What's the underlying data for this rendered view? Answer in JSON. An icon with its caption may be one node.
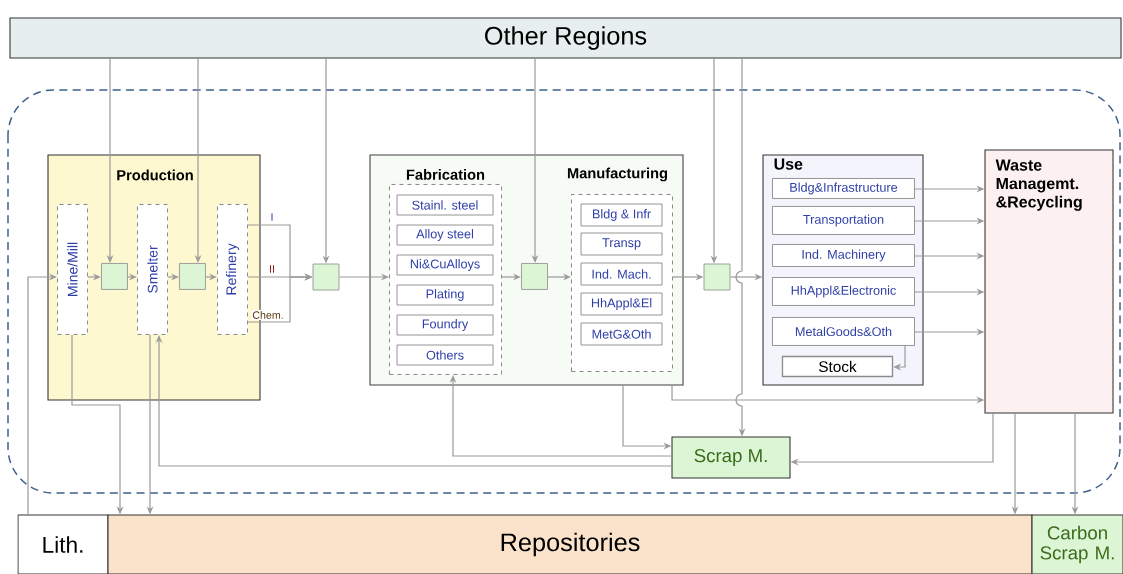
{
  "diagram": {
    "nodes": [
      {
        "text": [
          "Other Regions"
        ]
      },
      {
        "text": [
          "Production"
        ]
      },
      {
        "text": [
          "Mine/Mill"
        ],
        "in": 1
      },
      {
        "text": [],
        "shape": "box",
        "in": 1
      },
      {
        "text": [
          "Smelter"
        ],
        "in": 1
      },
      {
        "text": [],
        "shape": "box",
        "in": 1
      },
      {
        "text": [
          "Refinery"
        ],
        "in": 1
      },
      {
        "text": [],
        "shape": "box"
      },
      {
        "text": [],
        "shape": "box"
      },
      {
        "text": [
          "Fabrication"
        ],
        "in": 8
      },
      {
        "text": [
          "Stainl. steel"
        ],
        "in": 9
      },
      {
        "text": [
          "Alloy steel"
        ],
        "in": 9
      },
      {
        "text": [
          "Ni&CuAlloys"
        ],
        "in": 9
      },
      {
        "text": [
          "Plating"
        ],
        "in": 9
      },
      {
        "text": [
          "Foundry"
        ],
        "in": 9
      },
      {
        "text": [
          "Others"
        ],
        "in": 9
      },
      {
        "text": [],
        "shape": "box",
        "in": 8
      },
      {
        "text": [
          "Manufacturing"
        ],
        "in": 8
      },
      {
        "text": [
          "Bldg & Infr"
        ],
        "in": 17
      },
      {
        "text": [
          "Transp"
        ],
        "in": 17
      },
      {
        "text": [
          "Ind. Mach."
        ],
        "in": 17
      },
      {
        "text": [
          "HhAppl&El"
        ],
        "in": 17
      },
      {
        "text": [
          "MetG&Oth"
        ],
        "in": 17
      },
      {
        "text": [],
        "shape": "box"
      },
      {
        "text": [
          "Use"
        ]
      },
      {
        "text": [
          "Bldg&Infrastructure"
        ],
        "in": 24
      },
      {
        "text": [
          "Transportation"
        ],
        "in": 24
      },
      {
        "text": [
          "Ind. Machinery"
        ],
        "in": 24
      },
      {
        "text": [
          "HhAppl&Electronic"
        ],
        "in": 24
      },
      {
        "text": [
          "MetalGoods&Oth"
        ],
        "in": 24
      },
      {
        "text": [
          "Stock"
        ],
        "in": 24
      },
      {
        "text": [
          "Waste Managemt. &Recycling"
        ]
      },
      {
        "text": [
          "Scrap M."
        ]
      },
      {
        "text": [
          "Lith."
        ]
      },
      {
        "text": [
          "Repositories"
        ]
      },
      {
        "text": [
          "Carbon Scrap M."
        ]
      }
    ],
    "edges": [
      {
        "from": 0,
        "to": 3,
        "arrow": "to"
      },
      {
        "from": 0,
        "to": 5,
        "arrow": "to"
      },
      {
        "from": 0,
        "to": 7,
        "arrow": "to"
      },
      {
        "from": 0,
        "to": 16,
        "arrow": "to"
      },
      {
        "from": 0,
        "to": 23,
        "arrow": "to"
      },
      {
        "from": 0,
        "to": 32,
        "arrow": "to"
      },
      {
        "from": 33,
        "to": 2,
        "arrow": "to"
      },
      {
        "from": 2,
        "to": 3,
        "arrow": "to"
      },
      {
        "from": 3,
        "to": 4,
        "arrow": "to"
      },
      {
        "from": 4,
        "to": 5,
        "arrow": "to"
      },
      {
        "from": 5,
        "to": 6,
        "arrow": "to"
      },
      {
        "from": 6,
        "to": 7,
        "arrow": "to",
        "label": "I"
      },
      {
        "from": 6,
        "to": 7,
        "arrow": "to",
        "label": "II"
      },
      {
        "from": 6,
        "to": 7,
        "arrow": "to",
        "label": "Chem."
      },
      {
        "from": 7,
        "to": 9,
        "arrow": "to"
      },
      {
        "from": 9,
        "to": 16,
        "arrow": "to"
      },
      {
        "from": 16,
        "to": 17,
        "arrow": "to"
      },
      {
        "from": 17,
        "to": 23,
        "arrow": "to"
      },
      {
        "from": 23,
        "to": 24,
        "arrow": "to"
      },
      {
        "from": 25,
        "to": 31,
        "arrow": "to"
      },
      {
        "from": 26,
        "to": 31,
        "arrow": "to"
      },
      {
        "from": 27,
        "to": 31,
        "arrow": "to"
      },
      {
        "from": 28,
        "to": 31,
        "arrow": "to"
      },
      {
        "from": 29,
        "to": 31,
        "arrow": "to"
      },
      {
        "from": 29,
        "to": 30,
        "arrow": "to"
      },
      {
        "from": 8,
        "to": 31,
        "arrow": "to"
      },
      {
        "from": 8,
        "to": 32,
        "arrow": "to"
      },
      {
        "from": 32,
        "to": 9,
        "arrow": "to"
      },
      {
        "from": 32,
        "to": 4,
        "arrow": "to"
      },
      {
        "from": 31,
        "to": 32,
        "arrow": "to"
      },
      {
        "from": 31,
        "to": 34,
        "arrow": "to"
      },
      {
        "from": 31,
        "to": 35,
        "arrow": "to"
      },
      {
        "from": 2,
        "to": 34,
        "arrow": "to"
      },
      {
        "from": 4,
        "to": 34,
        "arrow": "to"
      }
    ]
  }
}
